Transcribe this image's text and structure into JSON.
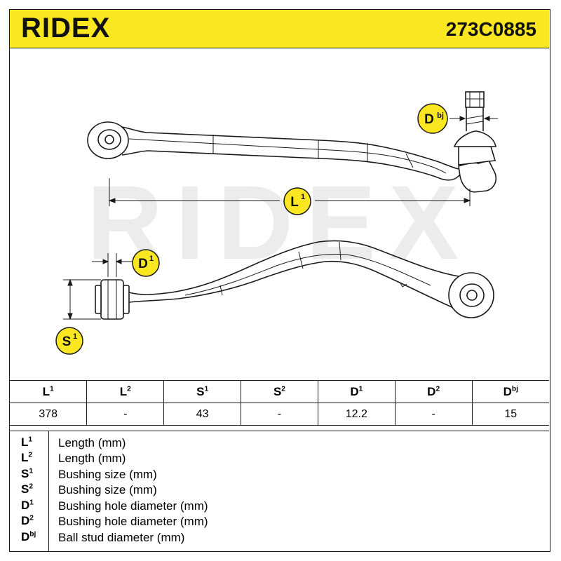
{
  "header": {
    "brand": "RIDEX",
    "part_number": "273C0885"
  },
  "watermark": "RIDEX",
  "callouts": {
    "dbj": {
      "base": "D",
      "sup": "bj"
    },
    "l1": {
      "base": "L",
      "sup": "1"
    },
    "d1": {
      "base": "D",
      "sup": "1"
    },
    "s1": {
      "base": "S",
      "sup": "1"
    }
  },
  "specs": {
    "headers": [
      {
        "base": "L",
        "sup": "1"
      },
      {
        "base": "L",
        "sup": "2"
      },
      {
        "base": "S",
        "sup": "1"
      },
      {
        "base": "S",
        "sup": "2"
      },
      {
        "base": "D",
        "sup": "1"
      },
      {
        "base": "D",
        "sup": "2"
      },
      {
        "base": "D",
        "sup": "bj"
      }
    ],
    "values": [
      "378",
      "-",
      "43",
      "-",
      "12.2",
      "-",
      "15"
    ]
  },
  "legend": [
    {
      "base": "L",
      "sup": "1",
      "desc": "Length (mm)"
    },
    {
      "base": "L",
      "sup": "2",
      "desc": "Length (mm)"
    },
    {
      "base": "S",
      "sup": "1",
      "desc": "Bushing size (mm)"
    },
    {
      "base": "S",
      "sup": "2",
      "desc": "Bushing size (mm)"
    },
    {
      "base": "D",
      "sup": "1",
      "desc": "Bushing hole diameter (mm)"
    },
    {
      "base": "D",
      "sup": "2",
      "desc": "Bushing hole diameter (mm)"
    },
    {
      "base": "D",
      "sup": "bj",
      "desc": "Ball stud diameter (mm)"
    }
  ],
  "colors": {
    "brand_yellow": "#fbe721",
    "callout_yellow": "#fbe721",
    "line": "#1a1a1a",
    "watermark": "#ececec"
  }
}
